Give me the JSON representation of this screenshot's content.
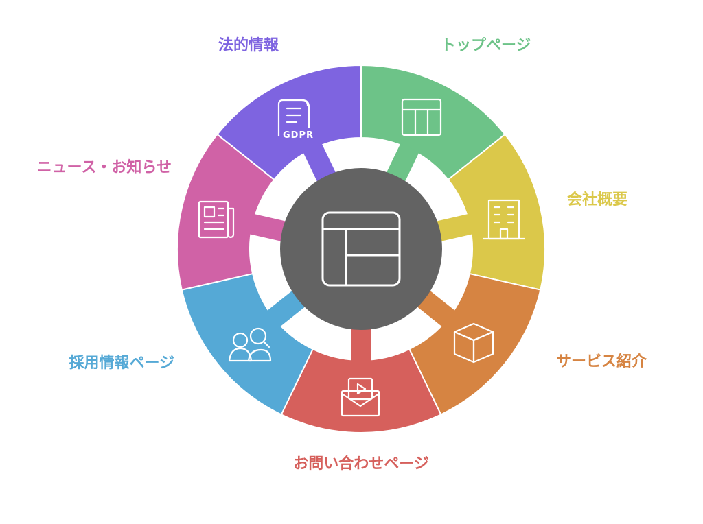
{
  "center": {
    "icon": "layout-icon",
    "color": "#636363"
  },
  "segments": [
    {
      "id": "top-page",
      "label": "トップページ",
      "color": "#6dc388",
      "icon": "table-icon"
    },
    {
      "id": "company",
      "label": "会社概要",
      "color": "#dbc84a",
      "icon": "building-icon"
    },
    {
      "id": "service",
      "label": "サービス紹介",
      "color": "#d68442",
      "icon": "box-icon"
    },
    {
      "id": "contact",
      "label": "お問い合わせページ",
      "color": "#d6605c",
      "icon": "email-video-icon"
    },
    {
      "id": "recruit",
      "label": "採用情報ページ",
      "color": "#55a9d6",
      "icon": "people-search-icon"
    },
    {
      "id": "news",
      "label": "ニュース・お知らせ",
      "color": "#d062a6",
      "icon": "newspaper-icon"
    },
    {
      "id": "legal",
      "label": "法的情報",
      "color": "#7e64e0",
      "icon": "gdpr-document-icon",
      "icon_text": "GDPR"
    }
  ]
}
